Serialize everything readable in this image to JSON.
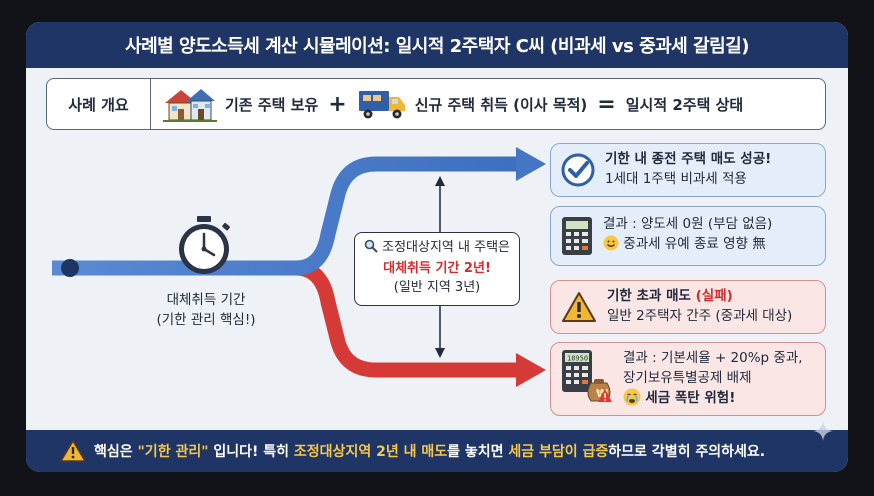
{
  "title": "사례별 양도소득세 계산 시뮬레이션: 일시적 2주택자 C씨 (비과세 vs 중과세 갈림길)",
  "overview": {
    "label": "사례 개요",
    "existing": "기존 주택 보유",
    "plus": "+",
    "new_house": "신규 주택 취득 (이사 목적)",
    "equals": "=",
    "result": "일시적 2주택 상태"
  },
  "timer": {
    "line1": "대체취득 기간",
    "line2": "(기한 관리 핵심!)"
  },
  "center": {
    "line1": "조정대상지역 내 주택은",
    "line2": "대체취득 기간 2년!",
    "line3": "(일반 지역 3년)"
  },
  "success": {
    "line1": "기한 내 종전 주택 매도 성공!",
    "line2": "1세대 1주택 비과세 적용",
    "result1": "결과 : 양도세 0원 (부담 없음)",
    "result2": "중과세 유예 종료 영향 無"
  },
  "fail": {
    "line1_a": "기한 초과 매도 ",
    "line1_b": "(실패)",
    "line2": "일반 2주택자 간주 (중과세 대상)",
    "result1": "결과 : 기본세율 + 20%p 중과,",
    "result2": "장기보유특별공제 배제",
    "result3": "세금 폭탄 위험!",
    "calc_display": "18950"
  },
  "footer": {
    "p1": "핵심은 ",
    "p2": "\"기한 관리\"",
    "p3": " 입니다! 특히 ",
    "p4": "조정대상지역 2년 내 매도",
    "p5": "를 놓치면 ",
    "p6": "세금 부담이 급증",
    "p7": "하므로 각별히 주의하세요."
  },
  "icons": {
    "house": "house-icon",
    "truck": "truck-icon",
    "stopwatch": "stopwatch-icon",
    "search": "magnifier-icon",
    "check": "checkmark-icon",
    "calculator": "calculator-icon",
    "smile": "smile-icon",
    "warning": "warning-icon",
    "crying": "crying-face-icon",
    "moneybag": "money-bag-icon",
    "sparkle": "sparkle-icon"
  },
  "colors": {
    "header": "#1f3566",
    "blue_arrow": "#4a7cc7",
    "red_arrow": "#d63a36",
    "success_bg": "#e4eefa",
    "fail_bg": "#fbe6e6",
    "highlight": "#f5c84a",
    "alert": "#d42b2b"
  }
}
